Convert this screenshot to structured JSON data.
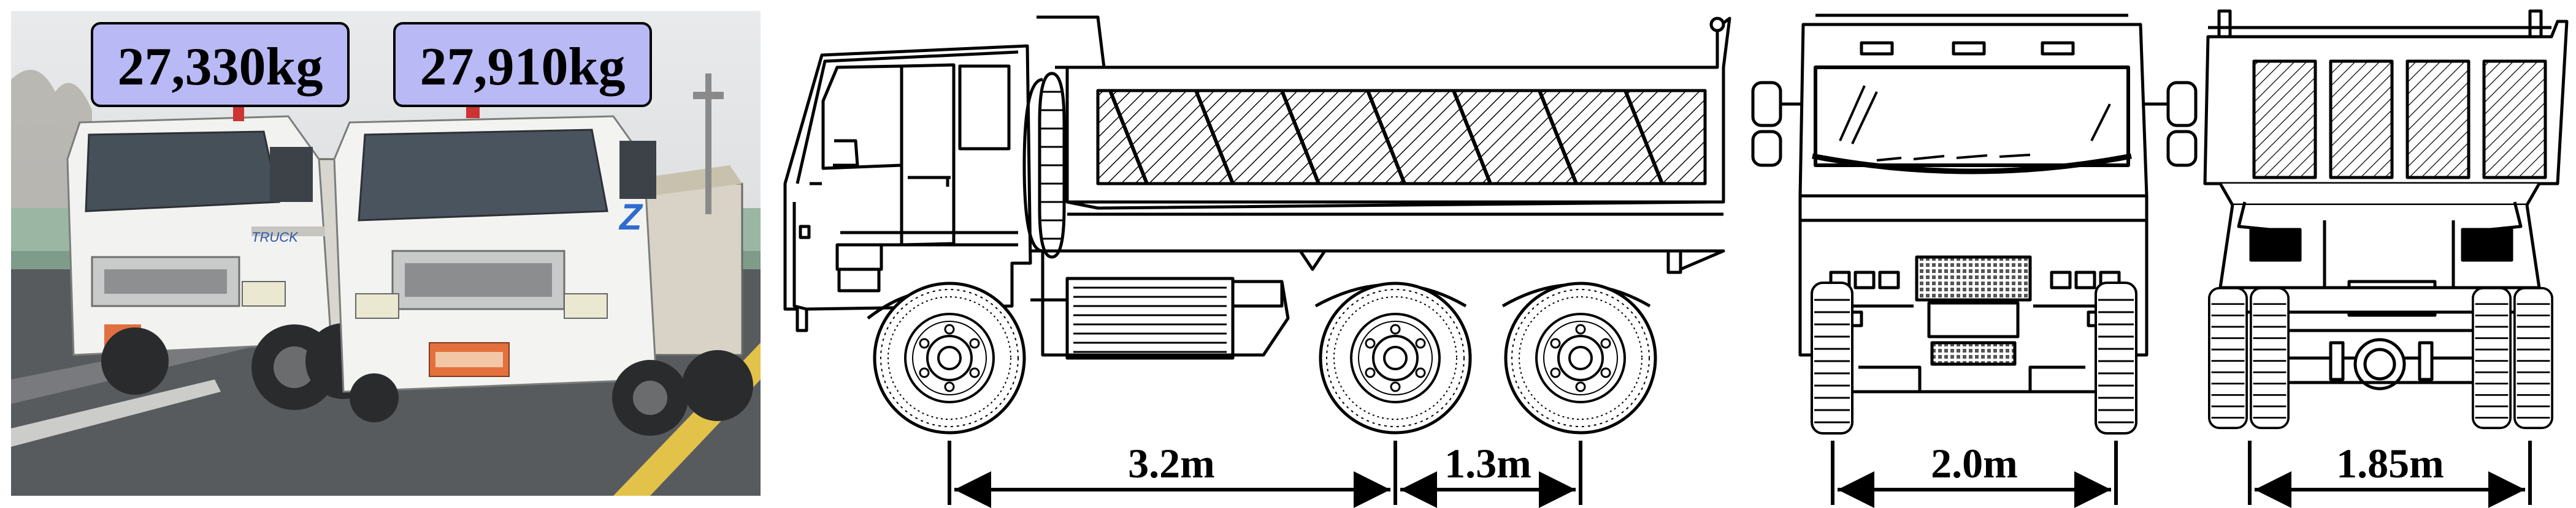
{
  "photo": {
    "weight_labels": [
      "27,330kg",
      "27,910kg"
    ],
    "truck_text": [
      "TRUCK",
      "Z"
    ]
  },
  "dimensions": {
    "wheelbase_front": "3.2m",
    "wheelbase_rear": "1.3m",
    "front_track": "2.0m",
    "rear_track": "1.85m"
  },
  "colors": {
    "label_fill": "#b9b9f5",
    "label_stroke": "#000000",
    "truck_body": "#f2f3f0",
    "road": "#4d4f52",
    "road_line": "#e3c24a"
  }
}
